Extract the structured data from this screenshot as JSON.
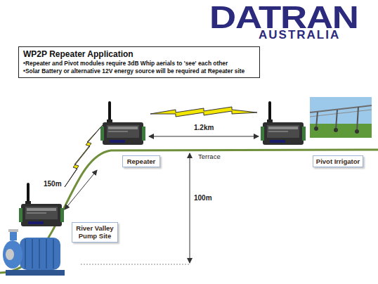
{
  "diagram": {
    "nodes": [
      {
        "text": [
          "WP2P Repeater Application",
          "•Repeater and Pivot modules require 3dB Whip aerials to 'see' each other",
          "•Solar Battery or alternative 12V energy source will be required at Repeater site"
        ]
      },
      {
        "text": [
          "Repeater"
        ]
      },
      {
        "text": [
          "Pivot Irrigator"
        ]
      },
      {
        "text": [
          "River Valley Pump Site"
        ]
      }
    ],
    "labels": [
      "DATRAN",
      "AUSTRALIA",
      "150m",
      "1.2km",
      "Terrace",
      "100m"
    ]
  }
}
